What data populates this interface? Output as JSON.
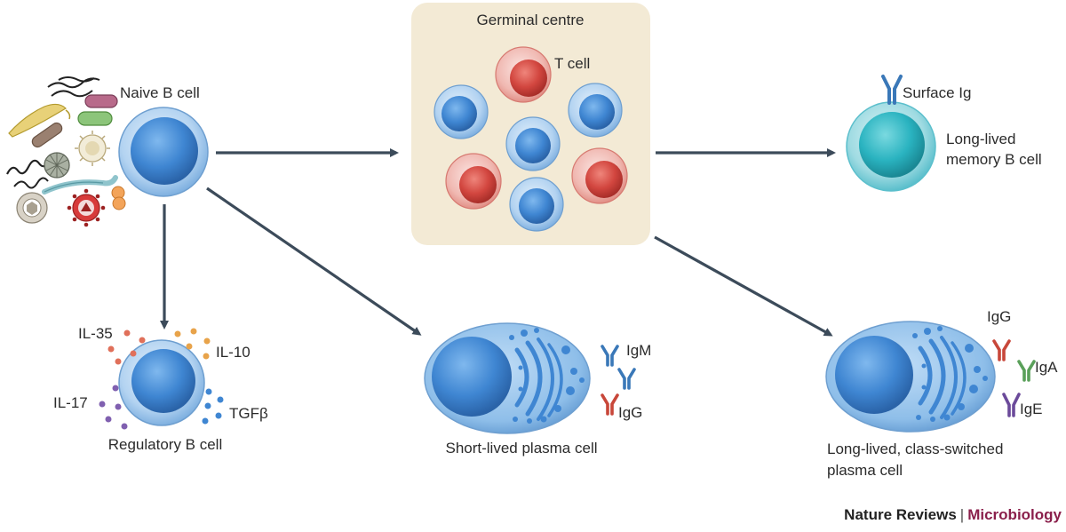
{
  "diagram": {
    "germinal_centre_title": "Germinal centre",
    "t_cell_label": "T cell",
    "naive_b_cell_label": "Naive B cell",
    "surface_ig_label": "Surface Ig",
    "memory_b_cell_label_line1": "Long-lived",
    "memory_b_cell_label_line2": "memory B cell",
    "regulatory_b_cell_label": "Regulatory B cell",
    "cytokines": {
      "il35": "IL-35",
      "il10": "IL-10",
      "il17": "IL-17",
      "tgfb": "TGFβ"
    },
    "short_lived_plasma_cell_label": "Short-lived plasma cell",
    "short_lived_antibodies": {
      "igm": "IgM",
      "igg": "IgG"
    },
    "long_lived_plasma_cell_label_line1": "Long-lived, class-switched",
    "long_lived_plasma_cell_label_line2": "plasma cell",
    "long_lived_antibodies": {
      "igg": "IgG",
      "iga": "IgA",
      "ige": "IgE"
    }
  },
  "credit": {
    "journal": "Nature Reviews",
    "separator": "|",
    "subject": "Microbiology"
  },
  "colors": {
    "b_cell_blue": "#4a8fd6",
    "t_cell_red": "#d2463f",
    "memory_cyan": "#2ab3c0",
    "germinal_centre_bg": "#f3ead5",
    "arrow": "#3c4b5a",
    "igg_red": "#c8473a",
    "igm_blue": "#3a78b8",
    "iga_green": "#5aa05a",
    "ige_purple": "#6b4a9a",
    "credit_subject": "#8a1f4b"
  }
}
